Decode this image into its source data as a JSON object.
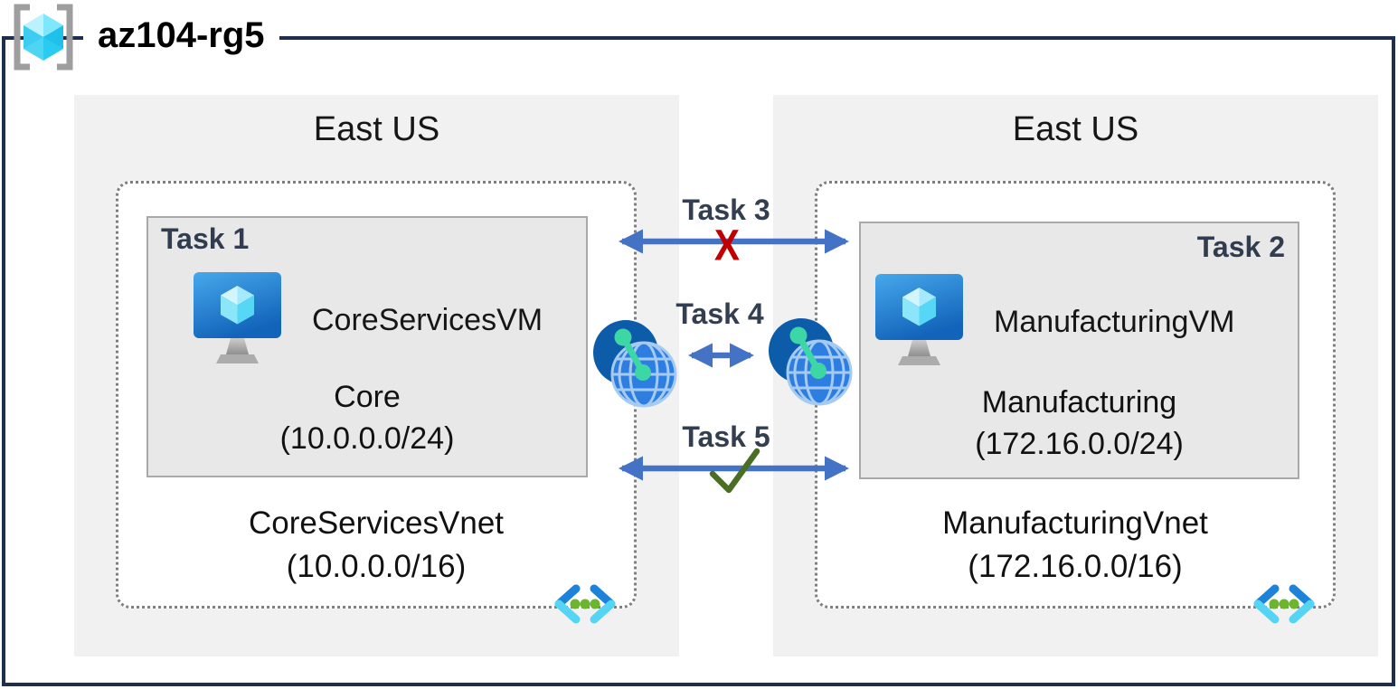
{
  "header": {
    "title": "az104-rg5",
    "icon": "resource-group"
  },
  "regions": [
    {
      "name": "East US",
      "vnet": {
        "name": "CoreServicesVnet",
        "cidr": "(10.0.0.0/16)"
      },
      "subnet": {
        "task_label": "Task 1",
        "vm_name": "CoreServicesVM",
        "name": "Core",
        "cidr": "(10.0.0.0/24)"
      }
    },
    {
      "name": "East US",
      "vnet": {
        "name": "ManufacturingVnet",
        "cidr": "(172.16.0.0/16)"
      },
      "subnet": {
        "task_label": "Task 2",
        "vm_name": "ManufacturingVM",
        "name": "Manufacturing",
        "cidr": "(172.16.0.0/24)"
      }
    }
  ],
  "connections": [
    {
      "label": "Task 3",
      "status": "blocked",
      "symbol": "X"
    },
    {
      "label": "Task 4",
      "status": "vnet-peering"
    },
    {
      "label": "Task 5",
      "status": "allowed",
      "symbol": "✓"
    }
  ],
  "colors": {
    "frame": "#1e2e4f",
    "arrow": "#4472c4",
    "cross": "#c00000",
    "check": "#4a6e26",
    "task_text": "#333f50",
    "region_bg": "#f1f1f2",
    "subnet_bg": "#e8e8e9",
    "vnet_border": "#7f7f7f"
  }
}
